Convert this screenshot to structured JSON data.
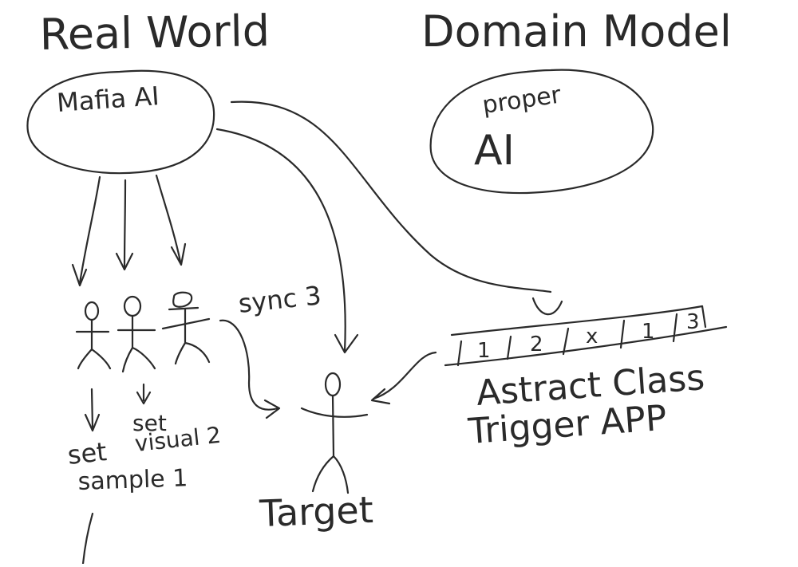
{
  "title_left": "Real World",
  "title_right": "Domain Model",
  "mafia_label": "Mafia AI",
  "proper_label_line1": "proper",
  "proper_label_line2": "AI",
  "sync_label": "sync 3",
  "set_visual_line1": "set",
  "set_visual_line2": "visual 2",
  "set_sample_line1": "set",
  "set_sample_line2": "sample 1",
  "target_label": "Target",
  "slots": [
    "1",
    "2",
    "x",
    "1",
    "3"
  ],
  "abstract_line1": "Astract Class",
  "abstract_line2": "Trigger APP"
}
